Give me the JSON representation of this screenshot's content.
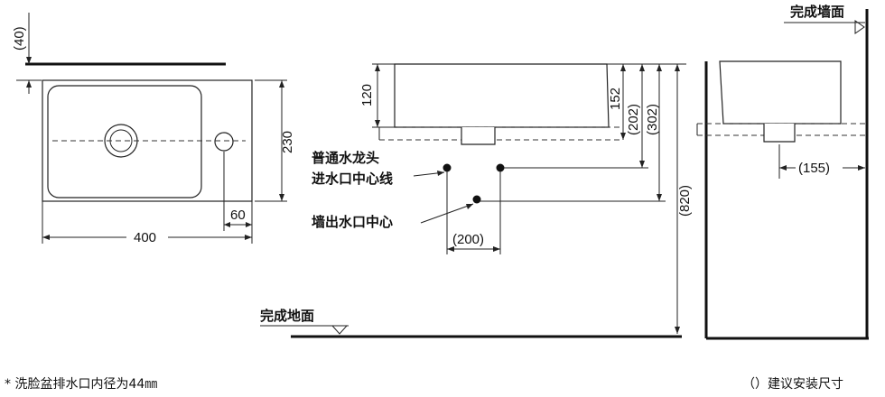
{
  "dimensions": {
    "top_gap": "(40)",
    "basin_depth": "230",
    "basin_width": "400",
    "tap_offset": "60",
    "bowl_height": "120",
    "overall_height": "152",
    "tap_height": "(202)",
    "wall_outlet_height": "(302)",
    "install_height": "(820)",
    "outlet_spacing": "(200)",
    "drain_offset": "(155)"
  },
  "labels": {
    "tap_inlet_line1": "普通水龙头",
    "tap_inlet_line2": "进水口中心线",
    "wall_outlet": "墙出水口中心",
    "finished_wall": "完成墙面",
    "finished_floor": "完成地面"
  },
  "notes": {
    "drain_note": "* 洗脸盆排水口内径为44㎜",
    "bracket_note": "（）建议安装尺寸"
  }
}
